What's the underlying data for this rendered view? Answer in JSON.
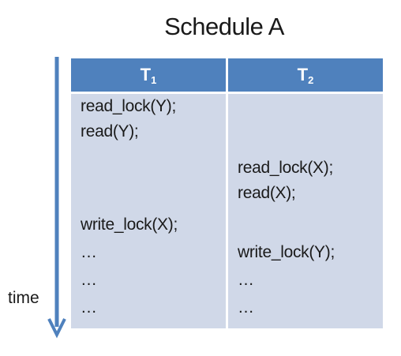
{
  "title": "Schedule A",
  "time_label": "time",
  "columns": [
    {
      "name": "T",
      "subscript": "1"
    },
    {
      "name": "T",
      "subscript": "2"
    }
  ],
  "t1_ops": [
    "read_lock(Y);",
    "read(Y);",
    "write_lock(X);",
    "…",
    "…",
    "…"
  ],
  "t2_ops": [
    "read_lock(X);",
    "read(X);",
    "write_lock(Y);",
    "…",
    "…"
  ],
  "colors": {
    "header": "#4f81bd",
    "cell": "#d0d8e8",
    "arrow": "#4f81bd"
  }
}
